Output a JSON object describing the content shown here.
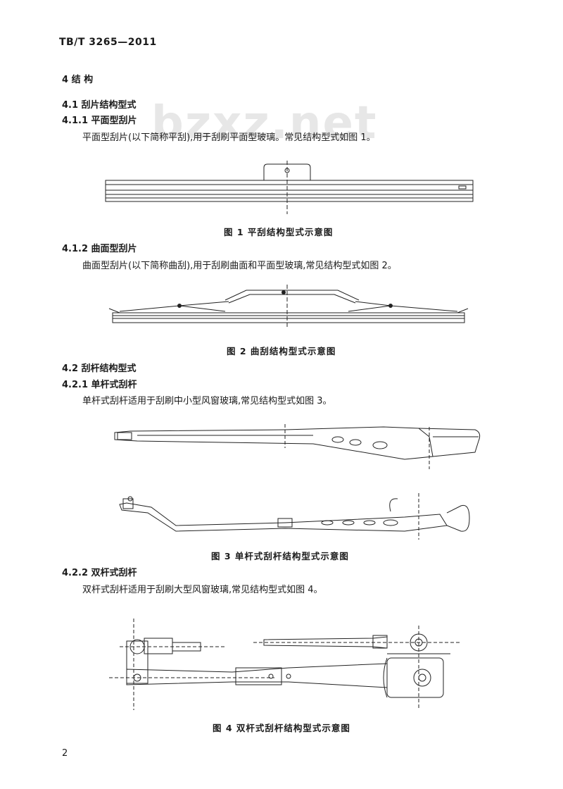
{
  "header": {
    "standard_code": "TB/T 3265—2011"
  },
  "watermark": "bzxz.net",
  "sections": {
    "s4": "4  结    构",
    "s41": "4.1  刮片结构型式",
    "s411": "4.1.1  平面型刮片",
    "p411": "平面型刮片(以下简称平刮),用于刮刷平面型玻璃。常见结构型式如图 1。",
    "s412": "4.1.2  曲面型刮片",
    "p412": "曲面型刮片(以下简称曲刮),用于刮刷曲面和平面型玻璃,常见结构型式如图 2。",
    "s42": "4.2  刮杆结构型式",
    "s421": "4.2.1  单杆式刮杆",
    "p421": "单杆式刮杆适用于刮刷中小型风窗玻璃,常见结构型式如图 3。",
    "s422": "4.2.2  双杆式刮杆",
    "p422": "双杆式刮杆适用于刮刷大型风窗玻璃,常见结构型式如图 4。"
  },
  "captions": {
    "fig1": "图 1   平刮结构型式示意图",
    "fig2": "图 2   曲刮结构型式示意图",
    "fig3": "图 3   单杆式刮杆结构型式示意图",
    "fig4": "图 4   双杆式刮杆结构型式示意图"
  },
  "page_number": "2"
}
